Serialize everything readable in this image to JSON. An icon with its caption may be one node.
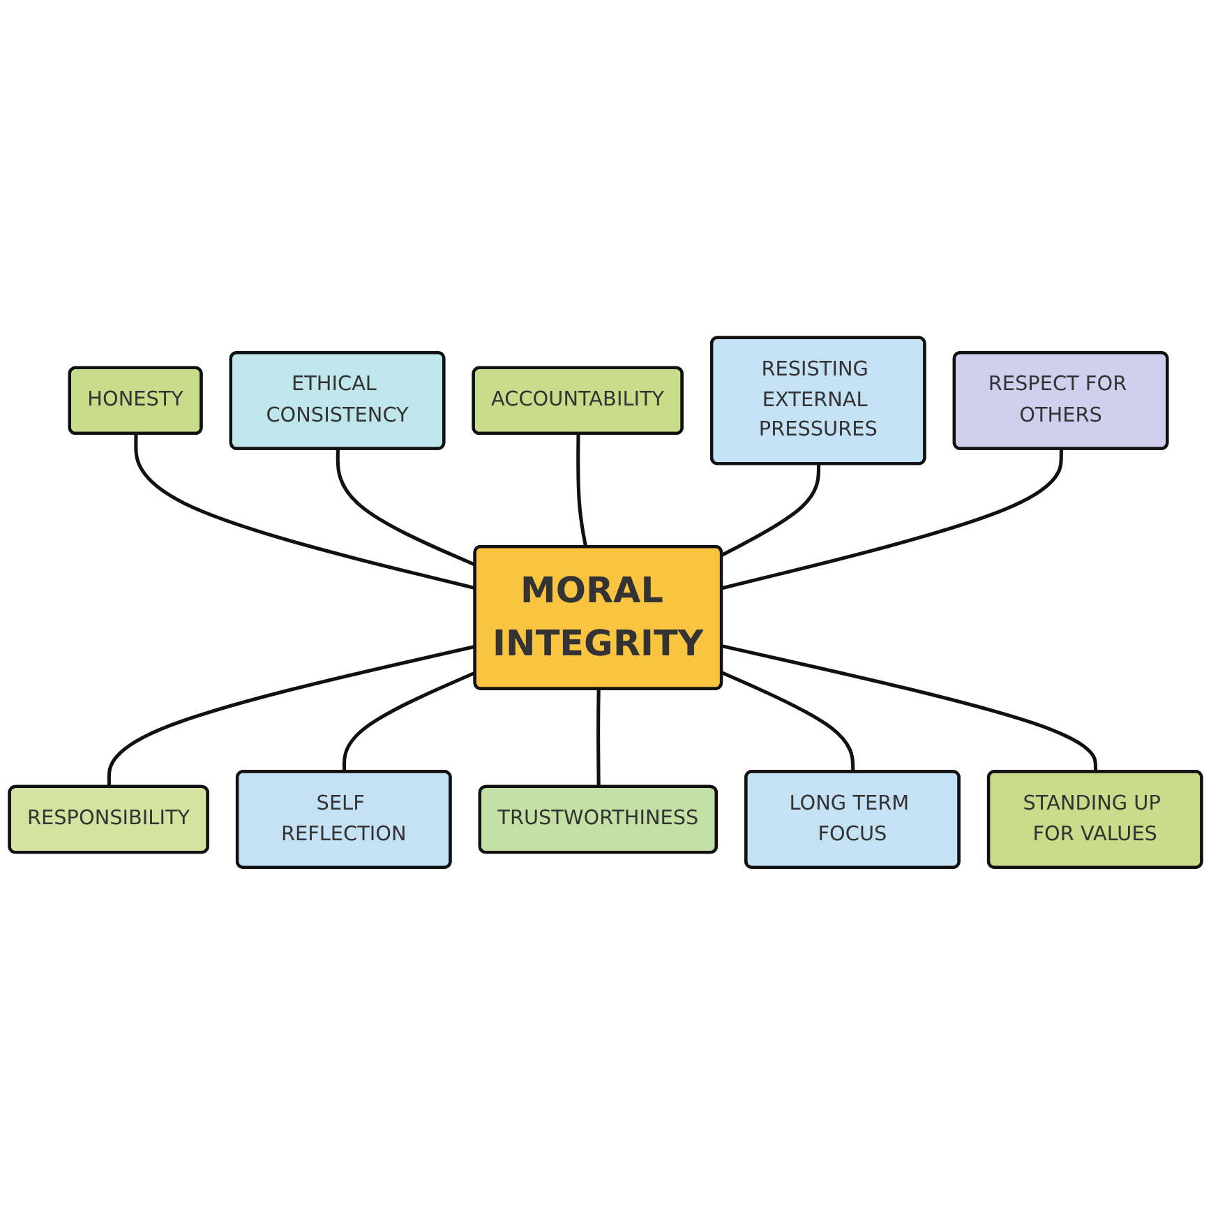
{
  "diagram": {
    "nodes": [
      {
        "text": [
          "HONESTY"
        ]
      },
      {
        "text": [
          "ACCOUNTABILITY"
        ]
      },
      {
        "text": [
          "ETHICAL CONSISTENCY"
        ]
      },
      {
        "text": [
          "RESISTING EXTERNAL PRESSURES"
        ]
      },
      {
        "text": [
          "RESPECT FOR OTHERS"
        ]
      },
      {
        "text": [
          "MORAL INTEGRITY"
        ]
      },
      {
        "text": [
          "STANDING UP FOR VALUES"
        ]
      },
      {
        "text": [
          "RESPONSIBILITY"
        ]
      },
      {
        "text": [
          "SELF REFLECTION"
        ]
      },
      {
        "text": [
          "TRUSTWORTHINESS"
        ]
      },
      {
        "text": [
          "LONG TERM FOCUS"
        ]
      }
    ],
    "edges": [
      {
        "from": 0,
        "to": 5,
        "arrow": "none"
      },
      {
        "from": 2,
        "to": 5,
        "arrow": "none"
      },
      {
        "from": 1,
        "to": 5,
        "arrow": "none"
      },
      {
        "from": 3,
        "to": 5,
        "arrow": "none"
      },
      {
        "from": 4,
        "to": 5,
        "arrow": "none"
      },
      {
        "from": 5,
        "to": 7,
        "arrow": "none"
      },
      {
        "from": 5,
        "to": 8,
        "arrow": "none"
      },
      {
        "from": 5,
        "to": 9,
        "arrow": "none"
      },
      {
        "from": 5,
        "to": 10,
        "arrow": "none"
      },
      {
        "from": 5,
        "to": 6,
        "arrow": "none"
      }
    ]
  }
}
